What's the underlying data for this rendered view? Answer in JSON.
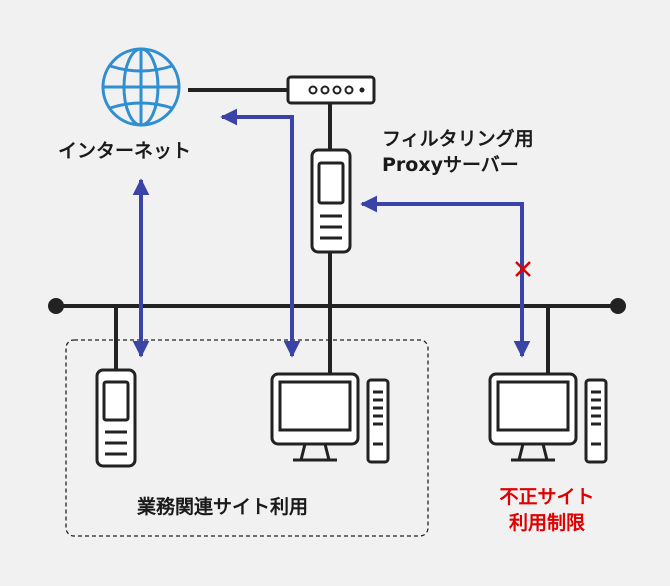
{
  "labels": {
    "internet": "インターネット",
    "proxy_line1": "フィルタリング用",
    "proxy_line2": "Proxyサーバー",
    "business": "業務関連サイト利用",
    "blocked_line1": "不正サイト",
    "blocked_line2": "利用制限"
  },
  "colors": {
    "arrow": "#3a44a6",
    "globe": "#2f8fd1",
    "block_mark": "#e00000",
    "line": "#222222",
    "warning_text": "#e00000"
  },
  "icons": [
    "globe-icon",
    "router-icon",
    "server-icon",
    "desktop-pc-icon",
    "blocked-x-icon"
  ]
}
